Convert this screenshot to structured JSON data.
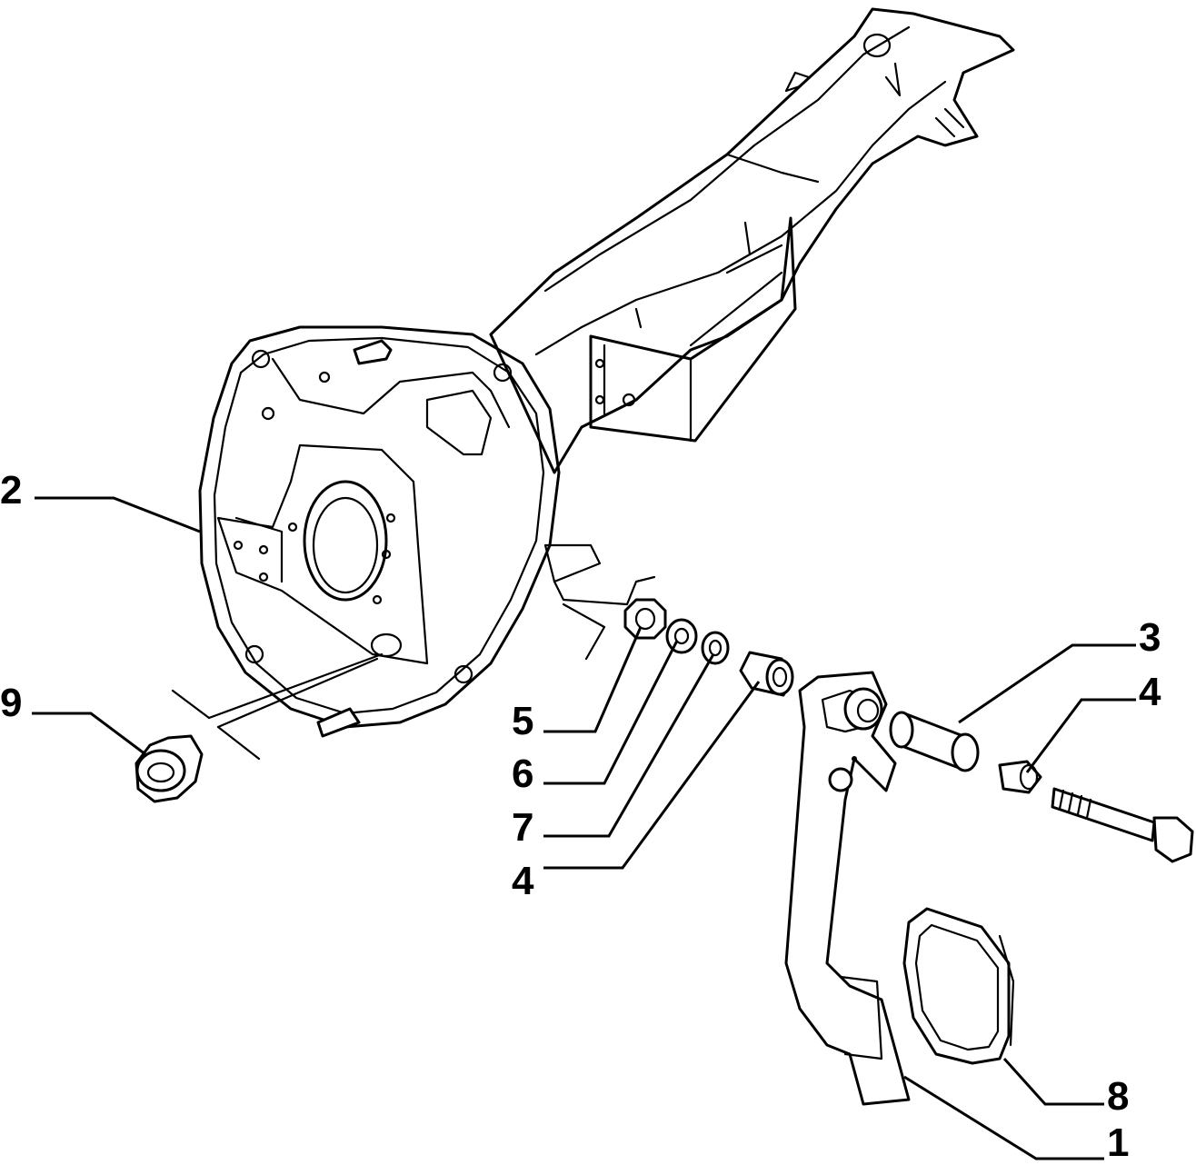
{
  "callouts": [
    {
      "id": "c2",
      "label": "2"
    },
    {
      "id": "c9",
      "label": "9"
    },
    {
      "id": "c5",
      "label": "5"
    },
    {
      "id": "c6",
      "label": "6"
    },
    {
      "id": "c7",
      "label": "7"
    },
    {
      "id": "c4a",
      "label": "4"
    },
    {
      "id": "c3",
      "label": "3"
    },
    {
      "id": "c4b",
      "label": "4"
    },
    {
      "id": "c8",
      "label": "8"
    },
    {
      "id": "c1",
      "label": "1"
    }
  ],
  "colors": {
    "line": "#000000",
    "background": "#ffffff"
  }
}
